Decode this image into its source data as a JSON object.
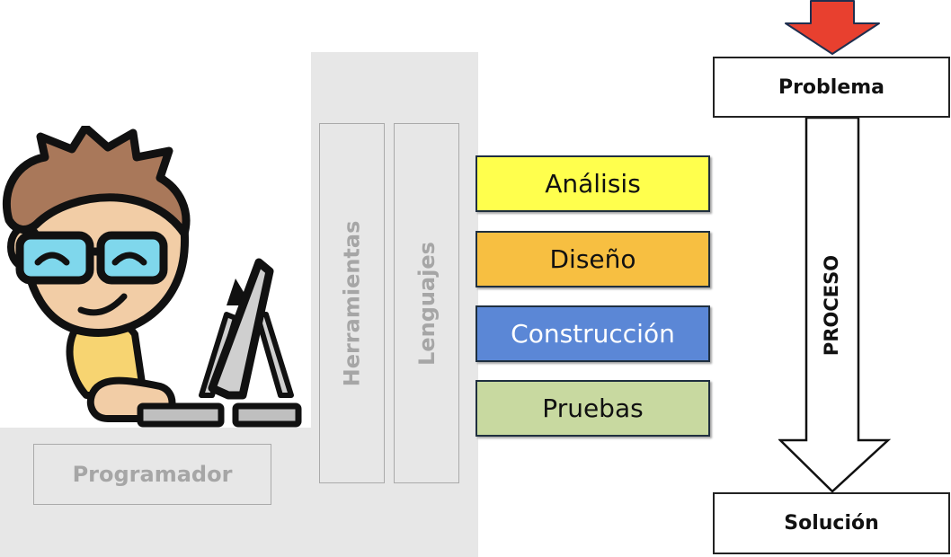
{
  "programmer": {
    "label": "Programador"
  },
  "columns": {
    "tools": "Herramientas",
    "languages": "Lenguajes"
  },
  "phases": [
    {
      "label": "Análisis",
      "color": "#ffff4d"
    },
    {
      "label": "Diseño",
      "color": "#f7bf41"
    },
    {
      "label": "Construcción",
      "color": "#5b87d6"
    },
    {
      "label": "Pruebas",
      "color": "#c8d9a0"
    }
  ],
  "process": {
    "start": "Problema",
    "middle": "PROCESO",
    "end": "Solución",
    "input_arrow_color": "#e8402f"
  }
}
